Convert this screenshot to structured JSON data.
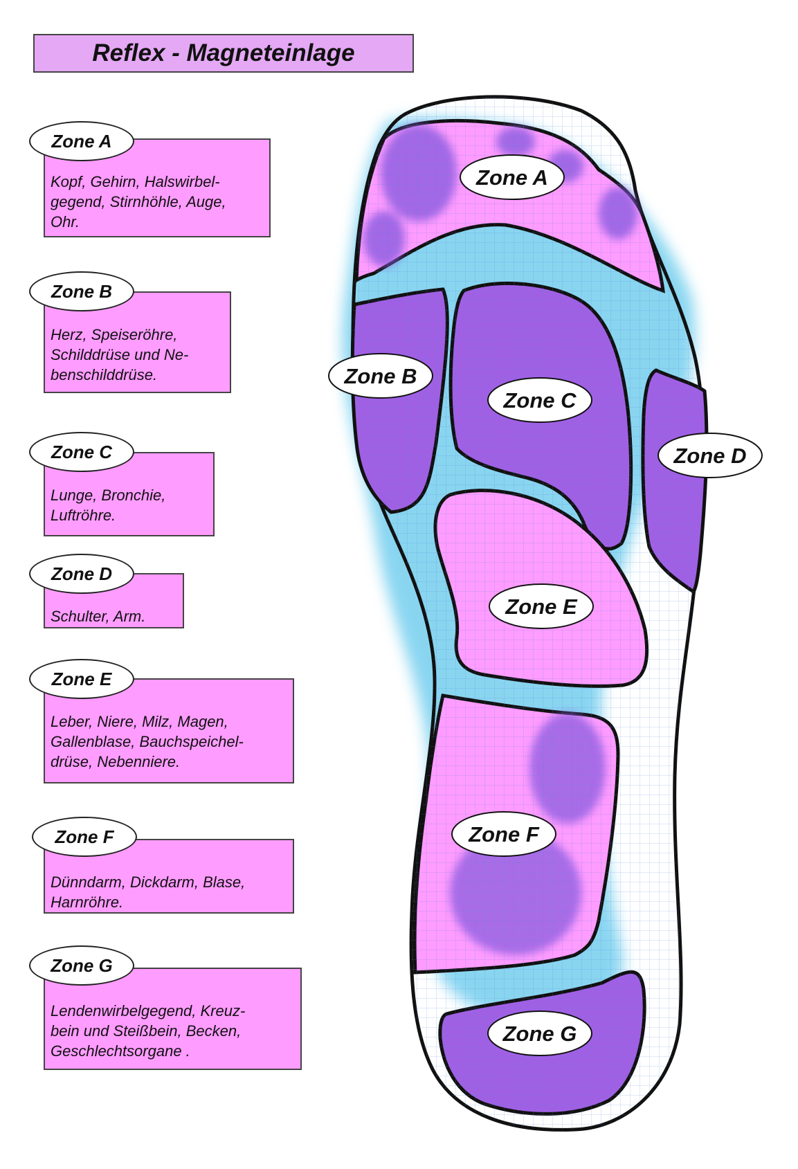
{
  "title": "Reflex - Magneteinlage",
  "legend": [
    {
      "zone": "Zone A",
      "lines": [
        "Kopf, Gehirn, Halswirbel-",
        "gegend, Stirnhöhle, Auge,",
        "Ohr."
      ]
    },
    {
      "zone": "Zone B",
      "lines": [
        "Herz, Speiseröhre,",
        "Schilddrüse und Ne-",
        "benschilddrüse."
      ]
    },
    {
      "zone": "Zone C",
      "lines": [
        "Lunge, Bronchie,",
        "Luftröhre."
      ]
    },
    {
      "zone": "Zone D",
      "lines": [
        "Schulter, Arm."
      ]
    },
    {
      "zone": "Zone E",
      "lines": [
        "Leber, Niere, Milz, Magen,",
        "Gallenblase, Bauchspeichel-",
        "drüse, Nebenniere."
      ]
    },
    {
      "zone": "Zone F",
      "lines": [
        "Dünndarm, Dickdarm, Blase,",
        "Harnröhre."
      ]
    },
    {
      "zone": "Zone G",
      "lines": [
        "Lendenwirbelgegend, Kreuz-",
        "bein und Steißbein, Becken,",
        "Geschlechtsorgane ."
      ]
    }
  ],
  "insole": {
    "labels": {
      "a": "Zone A",
      "b": "Zone B",
      "c": "Zone C",
      "d": "Zone D",
      "e": "Zone E",
      "f": "Zone F",
      "g": "Zone G"
    }
  },
  "colors": {
    "pink": "#ff9cff",
    "title_bg": "#e4a8f4",
    "purple": "#9a5ce0",
    "cyan": "#5ec8e8",
    "outline": "#111111"
  }
}
